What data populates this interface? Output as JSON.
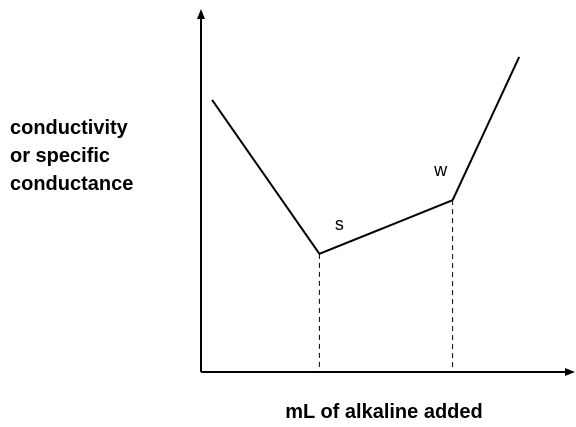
{
  "chart_data": {
    "type": "line",
    "ylabel": [
      "conductivity",
      "or specific",
      "conductance"
    ],
    "xlabel": "mL of alkaline added",
    "xlim": [
      0,
      10
    ],
    "ylim": [
      0,
      10
    ],
    "grid": false,
    "legend": "none",
    "series": [
      {
        "points": [
          {
            "x": 0.3,
            "y": 7.6
          },
          {
            "x": 3.2,
            "y": 3.3
          },
          {
            "x": 6.8,
            "y": 4.8
          },
          {
            "x": 8.6,
            "y": 8.8
          }
        ]
      }
    ],
    "annotations": [
      {
        "label": "s",
        "x": 3.2,
        "y": 3.3,
        "drop_line": true
      },
      {
        "label": "w",
        "x": 6.8,
        "y": 4.8,
        "drop_line": true
      }
    ],
    "colors": {
      "line": "#000000",
      "axis": "#000000"
    }
  }
}
